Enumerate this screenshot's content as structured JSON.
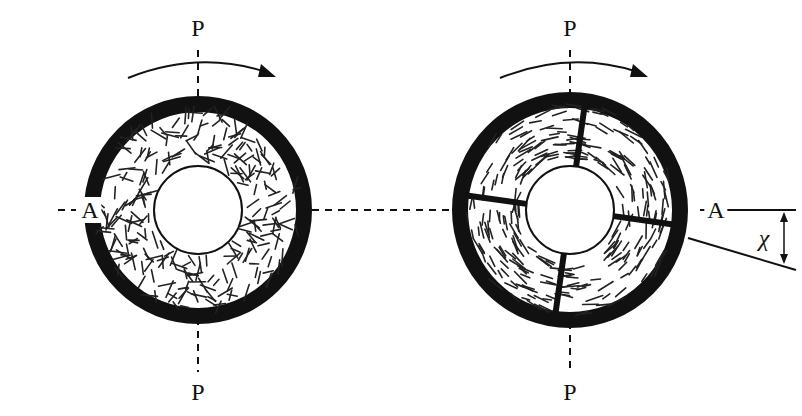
{
  "diagram": {
    "labels": [
      "P",
      "P",
      "A",
      "A",
      "χ",
      "P",
      "P"
    ]
  }
}
